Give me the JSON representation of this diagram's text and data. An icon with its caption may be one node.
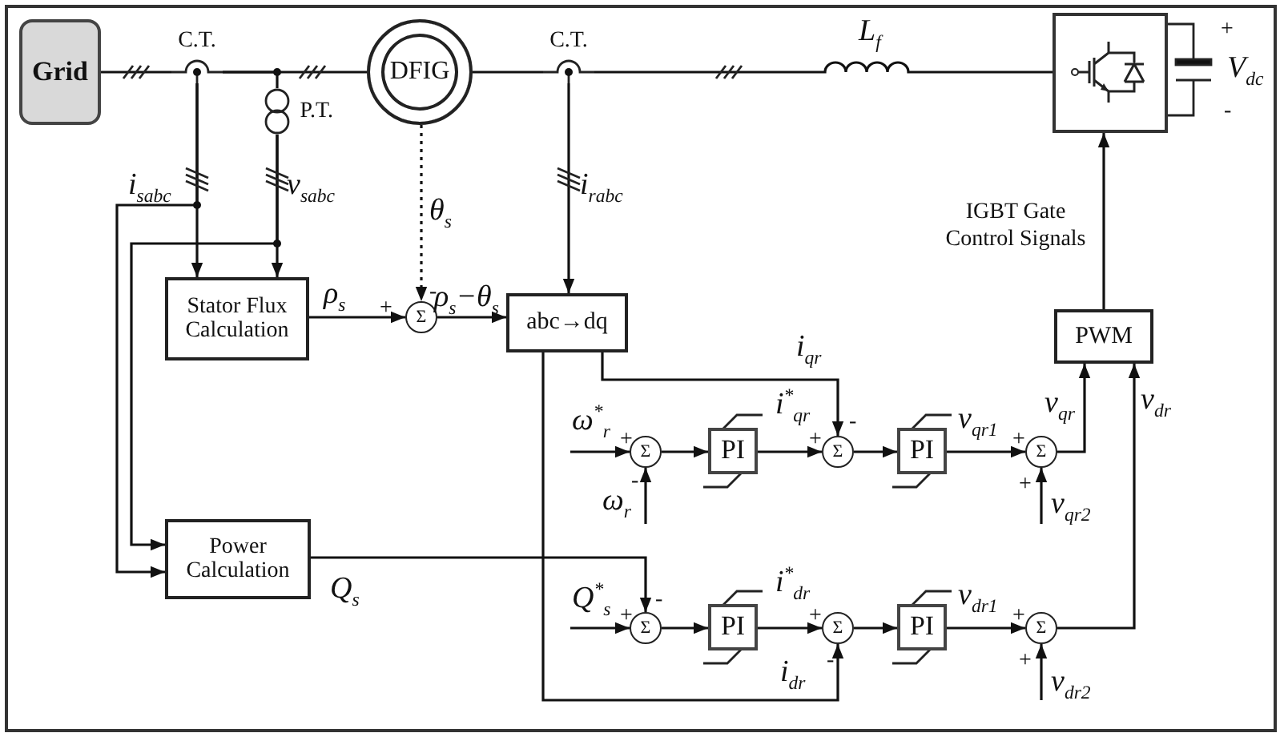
{
  "diagram": {
    "nodes": [
      {
        "text": [
          "Grid"
        ]
      },
      {
        "text": [
          "DFIG"
        ]
      },
      {
        "text": [],
        "shape": "box"
      },
      {
        "text": [
          "Stator Flux Calculation"
        ]
      },
      {
        "text": [
          "Σ"
        ]
      },
      {
        "text": [
          "abc→dq"
        ]
      },
      {
        "text": [
          "Power Calculation"
        ]
      },
      {
        "text": [
          "PWM"
        ]
      },
      {
        "text": [
          "Σ"
        ]
      },
      {
        "text": [
          "PI"
        ]
      },
      {
        "text": [
          "Σ"
        ]
      },
      {
        "text": [
          "PI"
        ]
      },
      {
        "text": [
          "Σ"
        ]
      },
      {
        "text": [
          "Σ"
        ]
      },
      {
        "text": [
          "PI"
        ]
      },
      {
        "text": [
          "Σ"
        ]
      },
      {
        "text": [
          "PI"
        ]
      },
      {
        "text": [
          "Σ"
        ]
      },
      {
        "text": [
          "C.T."
        ]
      },
      {
        "text": [
          "P.T."
        ]
      },
      {
        "text": [
          "C.T."
        ]
      }
    ],
    "edges": [
      {
        "from": 0,
        "to": 18,
        "arrow": "none"
      },
      {
        "from": 20,
        "to": 2,
        "arrow": "none"
      },
      {
        "from": 18,
        "to": 3,
        "arrow": "to",
        "label": "i$_{sabc}$"
      },
      {
        "from": 19,
        "to": 3,
        "arrow": "to",
        "label": "v$_{sabc}$"
      },
      {
        "from": 18,
        "to": 6,
        "arrow": "to"
      },
      {
        "from": 19,
        "to": 6,
        "arrow": "to"
      },
      {
        "from": 1,
        "to": 4,
        "arrow": "to",
        "label": "θ$_{s}$",
        "style": "dashed"
      },
      {
        "from": 3,
        "to": 4,
        "arrow": "to",
        "label": "ρ$_{s}$"
      },
      {
        "from": 4,
        "to": 5,
        "arrow": "to",
        "label": "ρ$_{s}$−θ$_{s}$"
      },
      {
        "from": 20,
        "to": 5,
        "arrow": "to",
        "label": "i$_{rabc}$"
      },
      {
        "from": 5,
        "to": 10,
        "arrow": "to",
        "label": "i$_{qr}$"
      },
      {
        "from": 5,
        "to": 15,
        "arrow": "to",
        "label": "i$_{dr}$"
      },
      {
        "from": 6,
        "to": 13,
        "arrow": "to",
        "label": "Q$_{s}$"
      },
      {
        "from": null,
        "to": 8,
        "arrow": "to",
        "label": "ω$^{*}$$_{r}$"
      },
      {
        "from": null,
        "to": 8,
        "arrow": "to",
        "label": "ω$_{r}$"
      },
      {
        "from": 8,
        "to": 9,
        "arrow": "to"
      },
      {
        "from": 9,
        "to": 10,
        "arrow": "to",
        "label": "i$^{*}$$_{qr}$"
      },
      {
        "from": 10,
        "to": 11,
        "arrow": "to"
      },
      {
        "from": 11,
        "to": 12,
        "arrow": "to",
        "label": "v$_{qr1}$"
      },
      {
        "from": null,
        "to": 12,
        "arrow": "to",
        "label": "v$_{qr2}$"
      },
      {
        "from": 12,
        "to": 7,
        "arrow": "to",
        "label": "v$_{qr}$"
      },
      {
        "from": null,
        "to": 13,
        "arrow": "to",
        "label": "Q$^{*}$$_{s}$"
      },
      {
        "from": 13,
        "to": 14,
        "arrow": "to"
      },
      {
        "from": 14,
        "to": 15,
        "arrow": "to",
        "label": "i$^{*}$$_{dr}$"
      },
      {
        "from": 15,
        "to": 16,
        "arrow": "to"
      },
      {
        "from": 16,
        "to": 17,
        "arrow": "to",
        "label": "v$_{dr1}$"
      },
      {
        "from": null,
        "to": 17,
        "arrow": "to",
        "label": "v$_{dr2}$"
      },
      {
        "from": 17,
        "to": 7,
        "arrow": "to",
        "label": "v$_{dr}$"
      },
      {
        "from": 7,
        "to": 2,
        "arrow": "to",
        "label": "IGBT Gate Control Signals"
      },
      {
        "from": 18,
        "to": 1,
        "arrow": "none"
      },
      {
        "from": 1,
        "to": 20,
        "arrow": "none"
      },
      {
        "from": 18,
        "to": 19,
        "arrow": "none"
      }
    ],
    "labels": [
      "L$_{f}$",
      "+",
      "V$_{dc}$",
      "-",
      "+",
      "-",
      "+",
      "-",
      "-",
      "+",
      "+",
      "+",
      "+",
      "-",
      "+",
      "-",
      "+",
      "+"
    ]
  }
}
